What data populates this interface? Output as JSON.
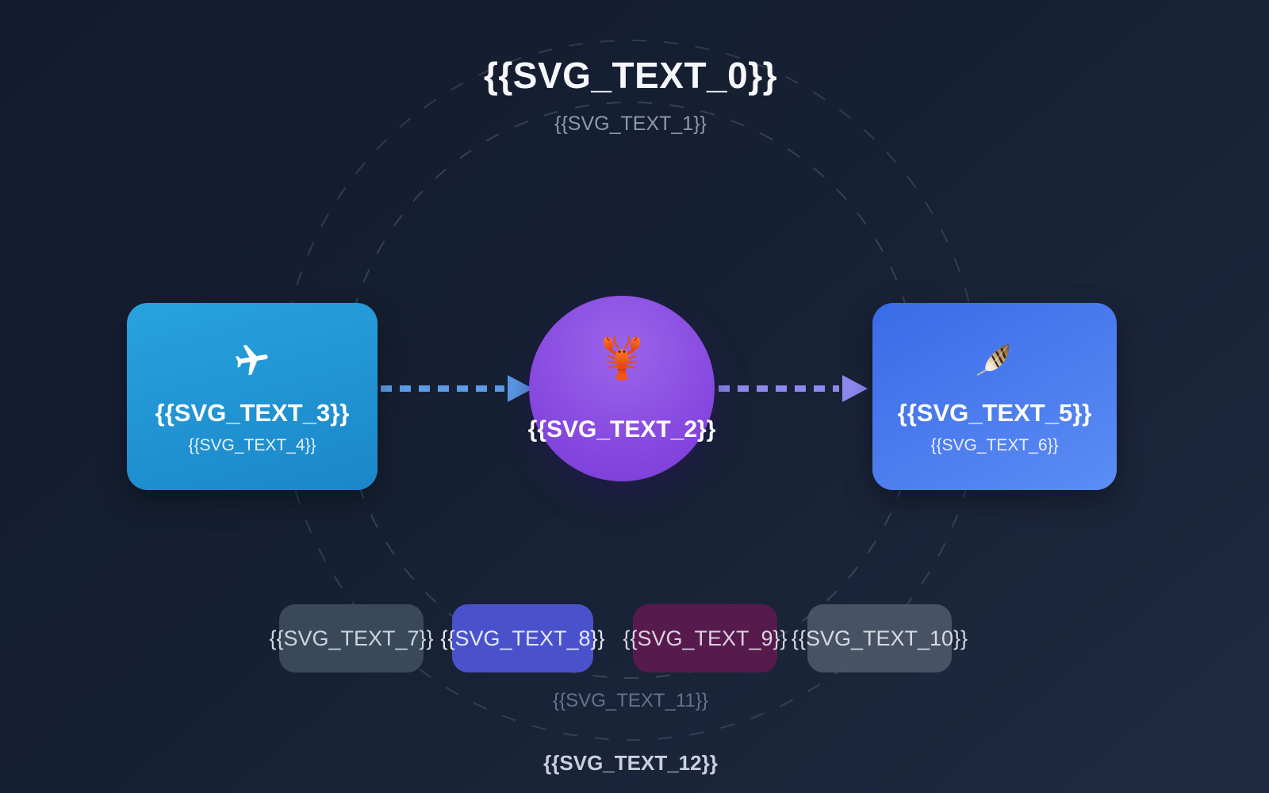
{
  "header": {
    "title": "{{SVG_TEXT_0}}",
    "subtitle": "{{SVG_TEXT_1}}"
  },
  "nodes": {
    "left": {
      "icon": "airplane-icon",
      "label": "{{SVG_TEXT_3}}",
      "sublabel": "{{SVG_TEXT_4}}"
    },
    "center": {
      "icon": "lobster-icon",
      "label": "{{SVG_TEXT_2}}"
    },
    "right": {
      "icon": "feather-icon",
      "label": "{{SVG_TEXT_5}}",
      "sublabel": "{{SVG_TEXT_6}}"
    }
  },
  "pills": [
    {
      "label": "{{SVG_TEXT_7}}",
      "bg": "rgba(64,78,95,0.88)",
      "fg": "#ccd4df"
    },
    {
      "label": "{{SVG_TEXT_8}}",
      "bg": "#4a52cb",
      "fg": "#e4e7fb"
    },
    {
      "label": "{{SVG_TEXT_9}}",
      "bg": "#561b4c",
      "fg": "#ddd0df"
    },
    {
      "label": "{{SVG_TEXT_10}}",
      "bg": "rgba(77,90,106,0.88)",
      "fg": "#d3dae4"
    }
  ],
  "footer": {
    "line1": "{{SVG_TEXT_11}}",
    "line2": "{{SVG_TEXT_12}}"
  },
  "colors": {
    "background_top": "#131c2e",
    "background_bottom": "#1f2a41",
    "node_left_accent": "#1d90d1",
    "node_center_accent": "#8749e2",
    "node_right_accent": "#3f72ea",
    "arrow_left": "#5b9be8",
    "arrow_right": "#8d89ef",
    "orbit_stroke": "rgba(139,152,173,0.28)"
  }
}
